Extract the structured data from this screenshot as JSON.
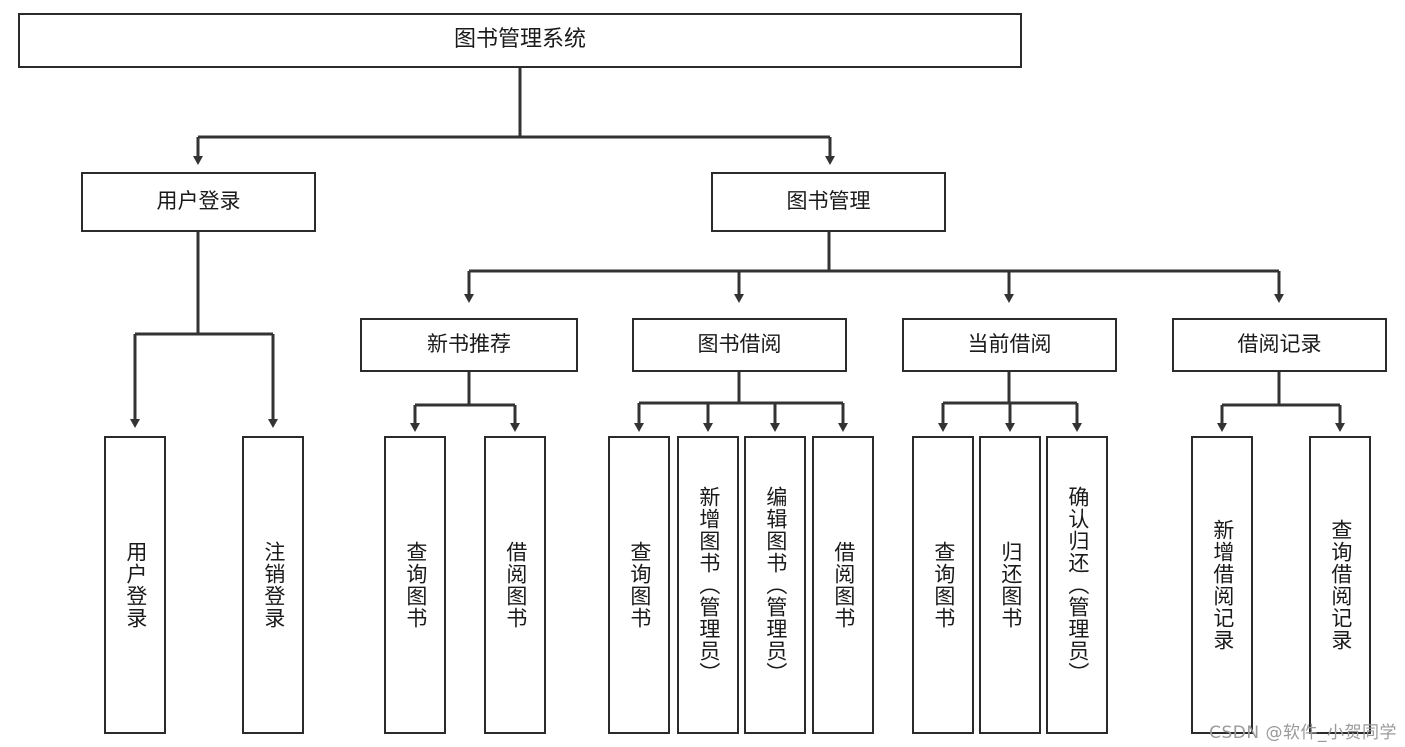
{
  "diagram": {
    "type": "tree",
    "title": "图书管理系统",
    "watermark": "CSDN @软件_小贺同学",
    "colors": {
      "box_border": "#2b2b2b",
      "box_fill": "#ffffff",
      "connector": "#333333",
      "text": "#1a1a1a",
      "watermark": "#9a9a9a"
    },
    "nodes": {
      "root": {
        "label": "图书管理系统"
      },
      "level2": [
        {
          "label": "用户登录"
        },
        {
          "label": "图书管理"
        }
      ],
      "level3": [
        {
          "label": "新书推荐"
        },
        {
          "label": "图书借阅"
        },
        {
          "label": "当前借阅"
        },
        {
          "label": "借阅记录"
        }
      ],
      "leaves": {
        "user_login": [
          {
            "label": "用户登录"
          },
          {
            "label": "注销登录"
          }
        ],
        "new_book_recommend": [
          {
            "label": "查询图书"
          },
          {
            "label": "借阅图书"
          }
        ],
        "book_borrow": [
          {
            "label": "查询图书"
          },
          {
            "label": "新增图书（管理员）"
          },
          {
            "label": "编辑图书（管理员）"
          },
          {
            "label": "借阅图书"
          }
        ],
        "current_borrow": [
          {
            "label": "查询图书"
          },
          {
            "label": "归还图书"
          },
          {
            "label": "确认归还（管理员）"
          }
        ],
        "borrow_record": [
          {
            "label": "新增借阅记录"
          },
          {
            "label": "查询借阅记录"
          }
        ]
      }
    }
  }
}
